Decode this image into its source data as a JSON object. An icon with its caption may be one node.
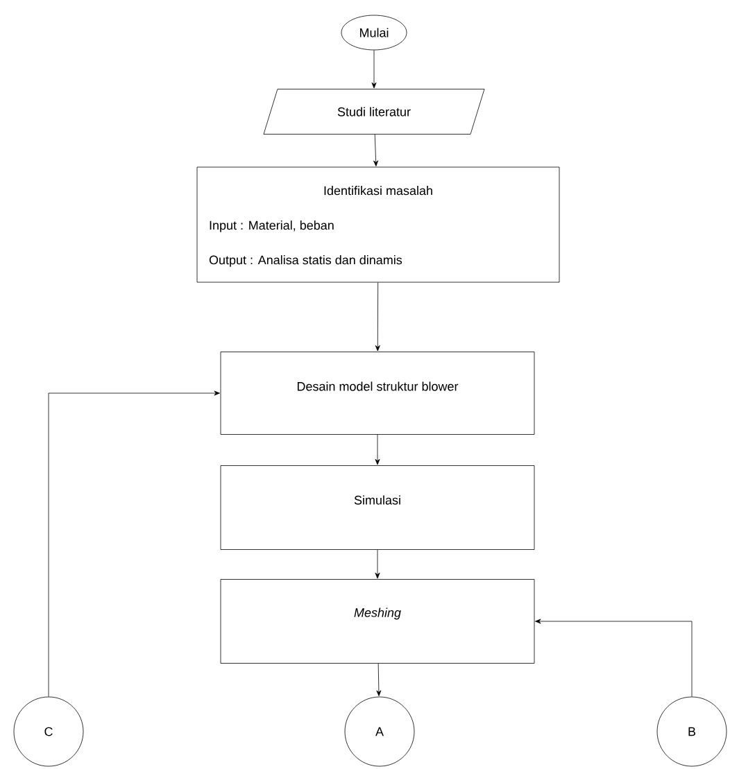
{
  "diagram": {
    "nodes": [
      {
        "text": [
          "Mulai"
        ]
      },
      {
        "text": [
          "Studi literatur"
        ]
      },
      {
        "text": [
          "Identifikasi masalah",
          "Input : Material, beban",
          "Output : Analisa statis dan dinamis"
        ]
      },
      {
        "text": [
          "Desain model struktur blower"
        ]
      },
      {
        "text": [
          "Simulasi"
        ]
      },
      {
        "text": [
          "Meshing"
        ]
      },
      {
        "text": [
          "C"
        ]
      },
      {
        "text": [
          "A"
        ]
      },
      {
        "text": [
          "B"
        ]
      }
    ],
    "edges": [
      {
        "from": 0,
        "to": 1,
        "arrow": "to"
      },
      {
        "from": 1,
        "to": 2,
        "arrow": "to"
      },
      {
        "from": 2,
        "to": 3,
        "arrow": "to"
      },
      {
        "from": 3,
        "to": 4,
        "arrow": "to"
      },
      {
        "from": 4,
        "to": 5,
        "arrow": "to"
      },
      {
        "from": 5,
        "to": 7,
        "arrow": "to"
      },
      {
        "from": 6,
        "to": 3,
        "arrow": "to"
      },
      {
        "from": 8,
        "to": 5,
        "arrow": "to"
      }
    ]
  }
}
